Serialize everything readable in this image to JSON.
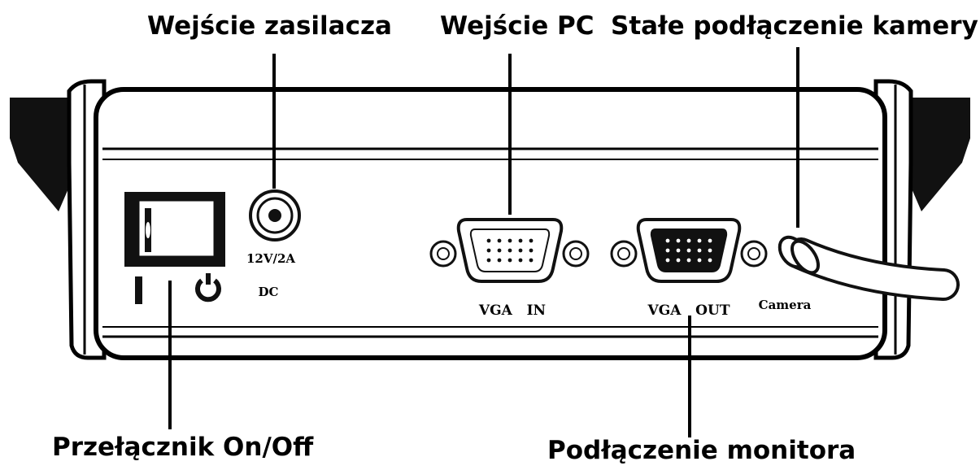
{
  "callouts": {
    "power_input": "Wejście zasilacza",
    "pc_input": "Wejście PC",
    "camera_connection": "Stałe podłączenie kamery",
    "power_switch": "Przełącznik On/Off",
    "monitor_connection": "Podłączenie monitora"
  },
  "device_labels": {
    "dc_rating": "12V/2A",
    "dc": "DC",
    "vga_in": "VGA   IN",
    "vga_out": "VGA   OUT",
    "camera": "Camera"
  },
  "colors": {
    "ink": "#000000",
    "paper": "#ffffff"
  }
}
